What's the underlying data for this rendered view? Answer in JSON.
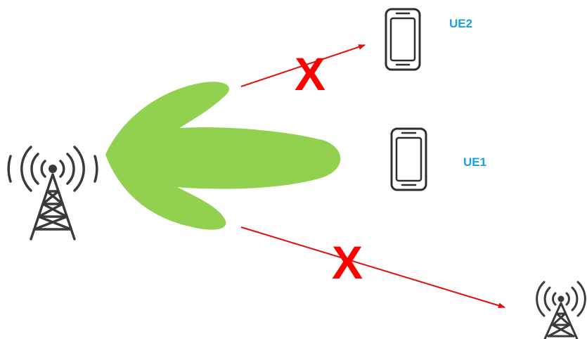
{
  "labels": {
    "ue2": "UE2",
    "ue1": "UE1",
    "blocked_mark": "X"
  },
  "colors": {
    "beam": "#92D050",
    "link": "#E01010",
    "blocked": "#FF0000",
    "label": "#1AA0E0",
    "icon": "#3A3A3A"
  },
  "icons": {
    "serving_tower": "cell-tower-icon",
    "neighbor_tower": "cell-tower-icon",
    "ue1_device": "smartphone-icon",
    "ue2_device": "smartphone-icon"
  }
}
